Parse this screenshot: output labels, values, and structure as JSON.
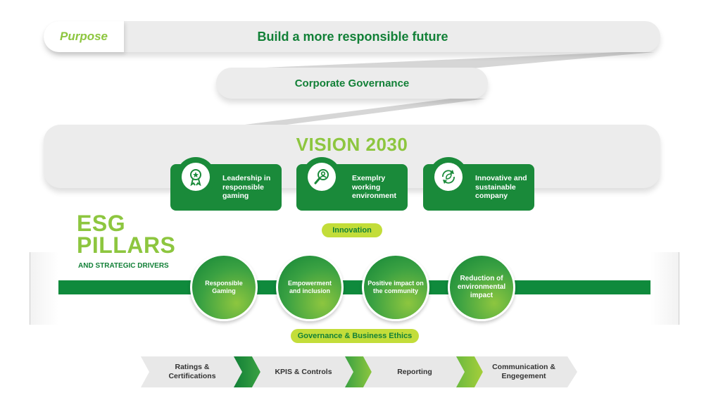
{
  "purpose": {
    "tag": "Purpose",
    "statement": "Build a more responsible future"
  },
  "governance": {
    "label": "Corporate Governance"
  },
  "vision": {
    "title": "VISION 2030",
    "cards": [
      {
        "label": "Leadership in responsible gaming",
        "icon": "award-ribbon-icon"
      },
      {
        "label": "Exemplry working environment",
        "icon": "person-magnifier-icon"
      },
      {
        "label": "Innovative and sustainable company",
        "icon": "leaf-cycle-icon"
      }
    ]
  },
  "innovation": {
    "label": "Innovation"
  },
  "esg": {
    "title_line1": "ESG",
    "title_line2": "PILLARS",
    "subtitle": "AND STRATEGIC DRIVERS",
    "pillars": [
      {
        "label": "Responsible Gaming"
      },
      {
        "label": "Empowerment and inclusion"
      },
      {
        "label": "Positive impact on the community"
      },
      {
        "label": "Reduction of environmental impact"
      }
    ]
  },
  "ethics": {
    "label": "Governance & Business Ethics"
  },
  "process": {
    "steps": [
      {
        "label": "Ratings & Certifications"
      },
      {
        "label": "KPIS & Controls"
      },
      {
        "label": "Reporting"
      },
      {
        "label": "Communication & Engegement"
      }
    ]
  },
  "colors": {
    "dark_green": "#128037",
    "light_green": "#8dc63f",
    "lime": "#c3dd3a",
    "grey_bar": "#ececec"
  }
}
